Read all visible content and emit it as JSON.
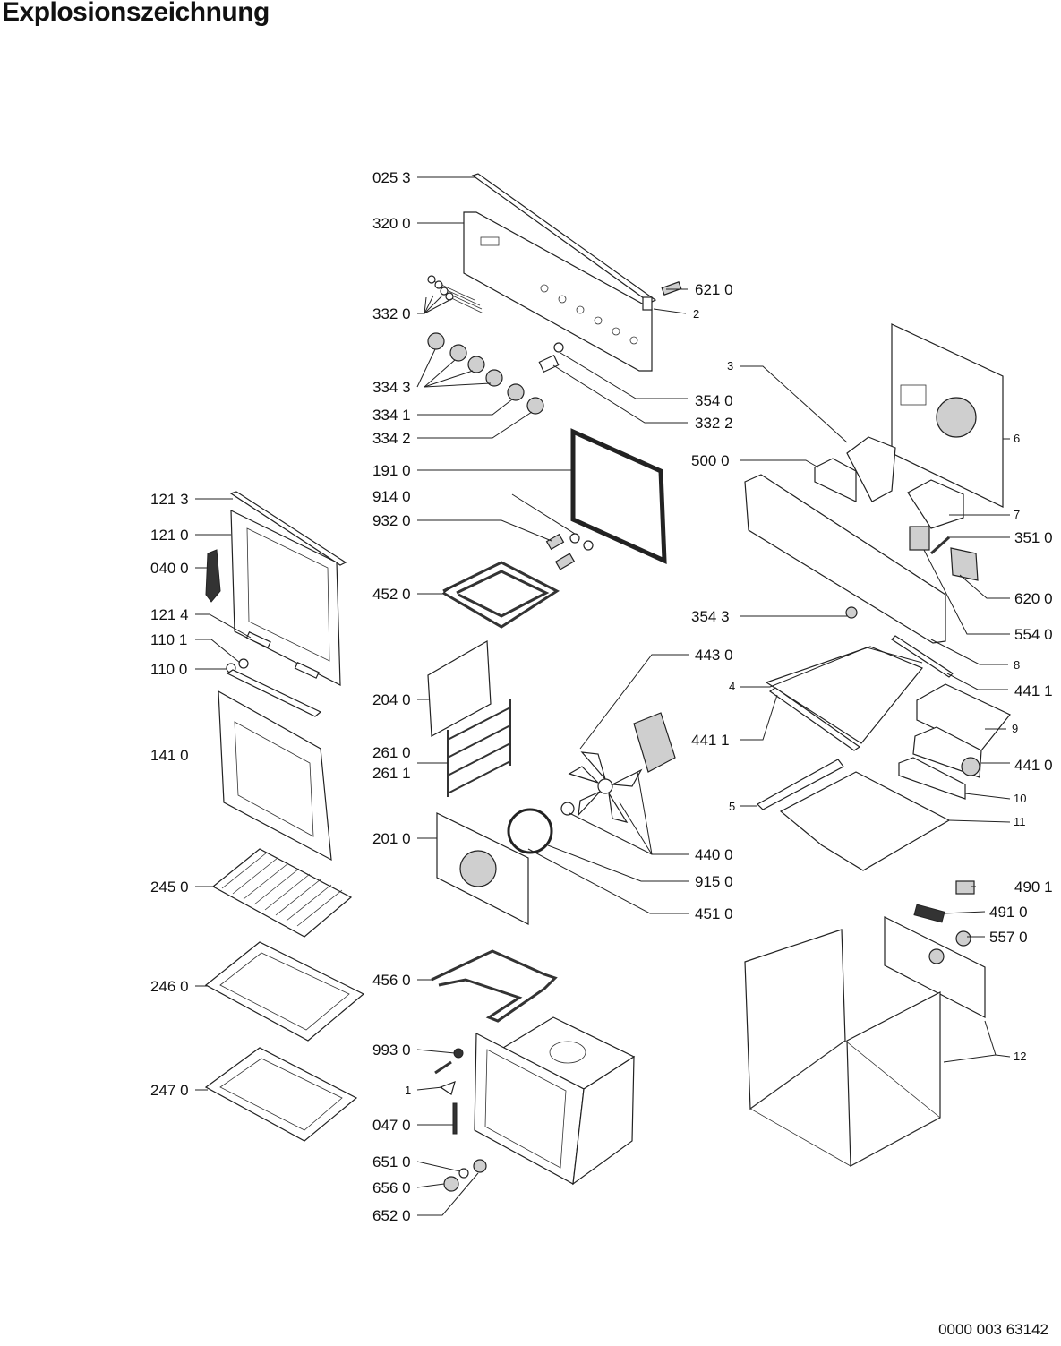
{
  "title": "Explosionszeichnung",
  "footer_code": "0000 003 63142",
  "labels": {
    "p0253": "025 3",
    "p3200": "320 0",
    "p3320": "332 0",
    "p3343": "334 3",
    "p3341": "334 1",
    "p3342": "334 2",
    "p6210": "621 0",
    "c2": "2",
    "p3540": "354 0",
    "p3322": "332 2",
    "c3": "3",
    "c6": "6",
    "p5000": "500 0",
    "p1910": "191 0",
    "p9140": "914 0",
    "p9320": "932 0",
    "p4520": "452 0",
    "c7": "7",
    "p3510": "351 0",
    "p6200": "620 0",
    "p3543": "354 3",
    "p5540": "554 0",
    "c8": "8",
    "p1213": "121 3",
    "p1210": "121 0",
    "p0400": "040 0",
    "p1214": "121 4",
    "p1101": "110 1",
    "p1100": "110 0",
    "p1410": "141 0",
    "p4430": "443 0",
    "c4": "4",
    "p4411a": "441 1",
    "p2040": "204 0",
    "p4411b": "441 1",
    "c9": "9",
    "p2610": "261 0",
    "p2611": "261 1",
    "p4410": "441 0",
    "c10": "10",
    "c5": "5",
    "c11": "11",
    "p2010": "201 0",
    "p4400": "440 0",
    "p9150": "915 0",
    "p4510": "451 0",
    "p2450": "245 0",
    "p4901": "490 1",
    "p4910": "491 0",
    "p5570": "557 0",
    "p2460": "246 0",
    "p4560": "456 0",
    "p9930": "993 0",
    "c12": "12",
    "c1": "1",
    "p2470": "247 0",
    "p0470": "047 0",
    "p6510": "651 0",
    "p6560": "656 0",
    "p6520": "652 0"
  }
}
